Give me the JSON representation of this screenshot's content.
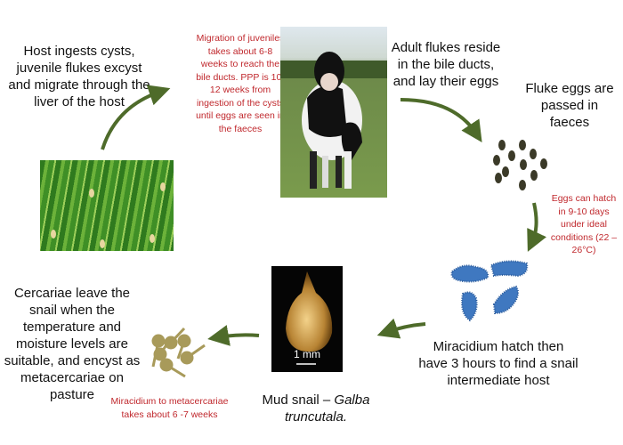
{
  "steps": {
    "host_ingests": "Host ingests cysts, juvenile flukes excyst and migrate through the liver of the host",
    "migration_note": "Migration of juveniles takes about 6-8 weeks to reach the bile ducts. PPP is 10-12 weeks from ingestion of the cysts until eggs are seen in the faeces",
    "adult_flukes": "Adult flukes reside in the bile ducts, and lay their eggs",
    "eggs_passed": "Fluke eggs are passed in faeces",
    "eggs_hatch_note": "Eggs can hatch in 9-10 days under ideal conditions (22 – 26°C)",
    "miracidium_hatch": "Miracidium hatch then have 3 hours to find a snail intermediate host",
    "snail_caption_prefix": "Mud snail – ",
    "snail_caption_species": "Galba truncutala.",
    "scale_bar": "1 mm",
    "cercariae": "Cercariae leave the snail when the temperature and moisture levels are suitable, and encyst as metacercariae on pasture",
    "metacercariae_note": "Miracidium to metacercariae takes about 6 -7 weeks"
  },
  "colors": {
    "arrow": "#4e6b2a",
    "note": "#c0282d",
    "egg": "#3b3a28",
    "miracidium": "#3f78c0",
    "cercaria": "#a89a5a"
  }
}
